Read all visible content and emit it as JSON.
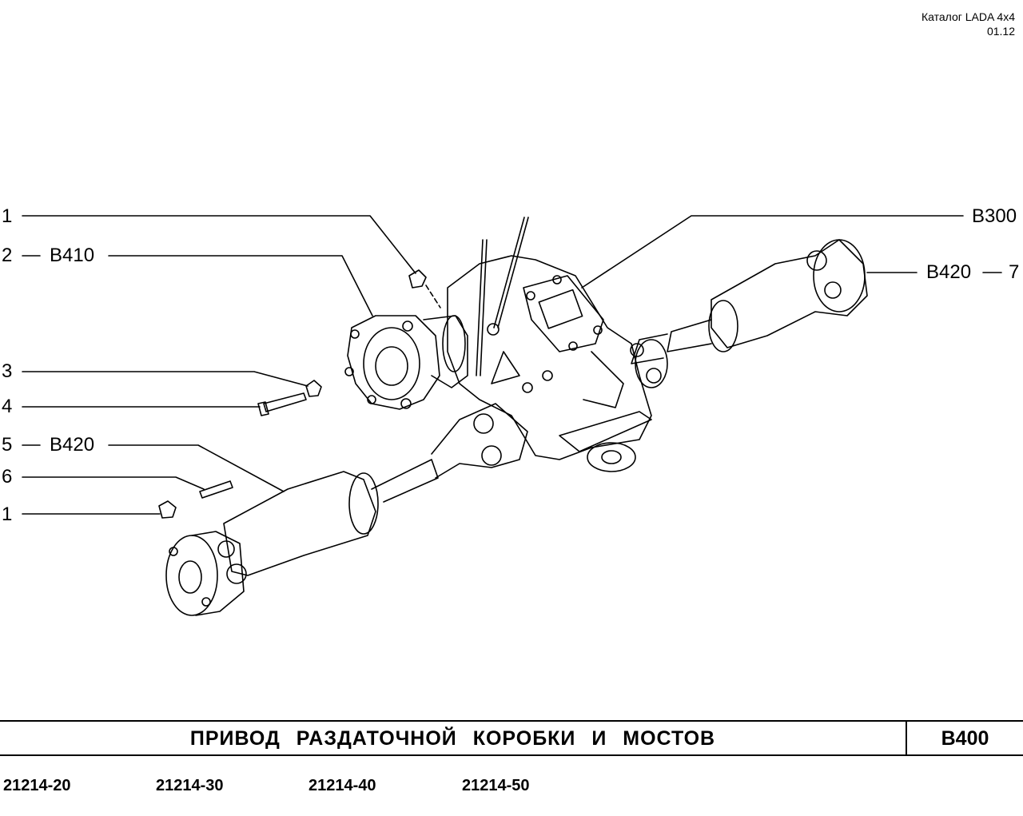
{
  "header": {
    "catalog": "Каталог  LADA  4x4",
    "date": "01.12"
  },
  "callouts": {
    "c1_top": "1",
    "c2": "2",
    "c2_ref": "B410",
    "c3": "3",
    "c4": "4",
    "c5": "5",
    "c5_ref": "B420",
    "c6": "6",
    "c1_bottom": "1",
    "b300": "B300",
    "b420_right": "B420",
    "c7": "7"
  },
  "footer": {
    "title": "ПРИВОД  РАЗДАТОЧНОЙ  КОРОБКИ  И  МОСТОВ",
    "code": "B400",
    "models": [
      "21214-20",
      "21214-30",
      "21214-40",
      "21214-50"
    ]
  }
}
